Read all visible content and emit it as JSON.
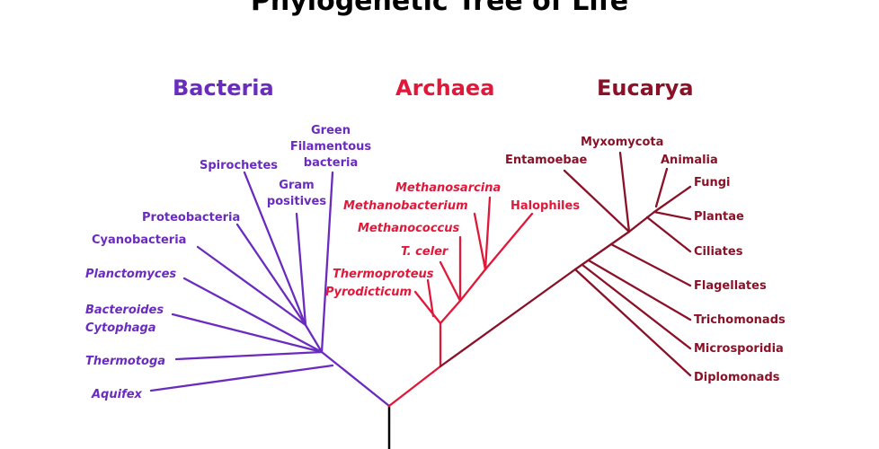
{
  "title": "Phylogenetic Tree of Life",
  "colors": {
    "bacteria": "#6a2bbf",
    "archaea": "#e0183a",
    "eucarya": "#8a1128",
    "trunk": "#000000"
  },
  "domains": {
    "bacteria": "Bacteria",
    "archaea": "Archaea",
    "eucarya": "Eucarya"
  },
  "bacteria": {
    "green": [
      "Green",
      "Filamentous",
      "bacteria"
    ],
    "spirochetes": "Spirochetes",
    "gram": [
      "Gram",
      "positives"
    ],
    "proteobacteria": "Proteobacteria",
    "cyanobacteria": "Cyanobacteria",
    "planctomyces": "Planctomyces",
    "bacteroides": [
      "Bacteroides",
      "Cytophaga"
    ],
    "thermotoga": "Thermotoga",
    "aquifex": "Aquifex"
  },
  "archaea": {
    "methanosarcina": "Methanosarcina",
    "methanobacterium": "Methanobacterium",
    "halophiles": "Halophiles",
    "methanococcus": "Methanococcus",
    "tceler": "T. celer",
    "thermoproteus": "Thermoproteus",
    "pyrodicticum": "Pyrodicticum"
  },
  "eucarya": {
    "myxomycota": "Myxomycota",
    "entamoebae": "Entamoebae",
    "animalia": "Animalia",
    "fungi": "Fungi",
    "plantae": "Plantae",
    "ciliates": "Ciliates",
    "flagellates": "Flagellates",
    "trichomonads": "Trichomonads",
    "microsporidia": "Microsporidia",
    "diplomonads": "Diplomonads"
  }
}
